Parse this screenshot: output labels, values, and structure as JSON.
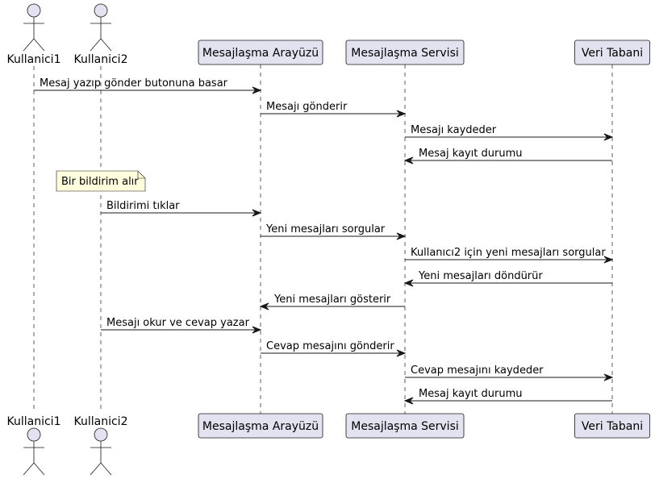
{
  "colors": {
    "participant_fill": "#E2E2F0",
    "participant_stroke": "#181818",
    "note_fill": "#FEFFDD",
    "line": "#181818"
  },
  "participants": [
    {
      "id": "k1",
      "label": "Kullanici1",
      "kind": "actor"
    },
    {
      "id": "k2",
      "label": "Kullanici2",
      "kind": "actor"
    },
    {
      "id": "ui",
      "label": "Mesajlaşma Arayüzü",
      "kind": "box"
    },
    {
      "id": "svc",
      "label": "Mesajlaşma Servisi",
      "kind": "box"
    },
    {
      "id": "db",
      "label": "Veri Tabani",
      "kind": "box"
    }
  ],
  "messages": [
    {
      "from": "k1",
      "to": "ui",
      "text": "Mesaj yazıp gönder butonuna basar"
    },
    {
      "from": "ui",
      "to": "svc",
      "text": "Mesajı gönderir"
    },
    {
      "from": "svc",
      "to": "db",
      "text": "Mesajı kaydeder"
    },
    {
      "from": "db",
      "to": "svc",
      "text": "Mesaj kayıt durumu"
    },
    {
      "note": true,
      "over": "k2",
      "text": "Bir bildirim alır"
    },
    {
      "from": "k2",
      "to": "ui",
      "text": "Bildirimi tıklar"
    },
    {
      "from": "ui",
      "to": "svc",
      "text": "Yeni mesajları sorgular"
    },
    {
      "from": "svc",
      "to": "db",
      "text": "Kullanıcı2 için yeni mesajları sorgular"
    },
    {
      "from": "db",
      "to": "svc",
      "text": "Yeni mesajları döndürür"
    },
    {
      "from": "svc",
      "to": "ui",
      "text": "Yeni mesajları gösterir"
    },
    {
      "from": "k2",
      "to": "ui",
      "text": "Mesajı okur ve cevap yazar"
    },
    {
      "from": "ui",
      "to": "svc",
      "text": "Cevap mesajını gönderir"
    },
    {
      "from": "svc",
      "to": "db",
      "text": "Cevap mesajını kaydeder"
    },
    {
      "from": "db",
      "to": "svc",
      "text": "Mesaj kayıt durumu"
    }
  ]
}
